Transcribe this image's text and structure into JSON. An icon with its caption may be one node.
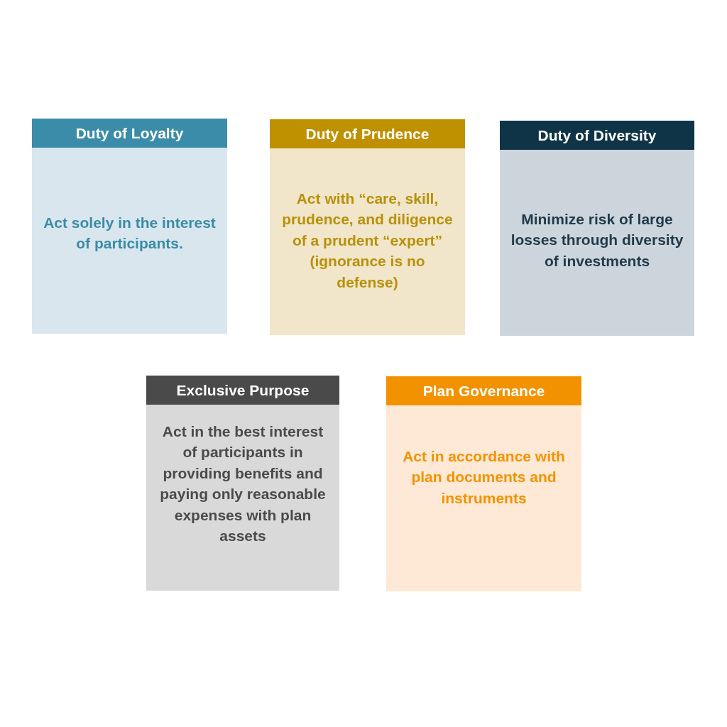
{
  "diagram": {
    "nodes": [
      {
        "text": [
          "Duty of Loyalty",
          "Act solely in the interest of participants."
        ]
      },
      {
        "text": [
          "Duty of Prudence",
          "Act with “care, skill, prudence, and diligence of a prudent “expert” (ignorance is no defense)"
        ]
      },
      {
        "text": [
          "Duty of Diversity",
          "Minimize risk of large losses through diversity of investments"
        ]
      },
      {
        "text": [
          "Exclusive Purpose",
          "Act in the best interest of participants in providing benefits and paying only reasonable expenses with plan assets"
        ]
      },
      {
        "text": [
          "Plan Governance",
          "Act in accordance with plan documents and instruments"
        ]
      }
    ]
  }
}
